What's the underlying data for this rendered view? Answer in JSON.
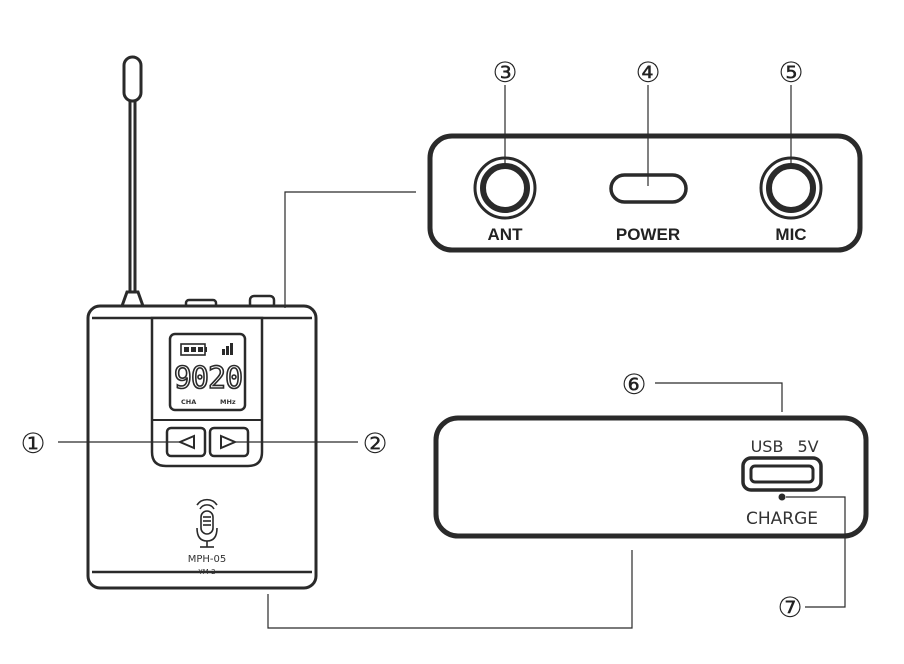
{
  "device": {
    "display_digits": "9020",
    "display_left_label": "CHA",
    "display_right_label": "MHz",
    "model": "MPH-05",
    "submodel": "YM-2"
  },
  "top_panel": {
    "ant_label": "ANT",
    "power_label": "POWER",
    "mic_label": "MIC"
  },
  "bottom_panel": {
    "usb_label": "USB",
    "voltage_label": "5V",
    "charge_label": "CHARGE"
  },
  "callouts": {
    "c1": "①",
    "c2": "②",
    "c3": "③",
    "c4": "④",
    "c5": "⑤",
    "c6": "⑥",
    "c7": "⑦"
  },
  "colors": {
    "outline": "#2a2a2a",
    "body_fill": "#ffffff"
  }
}
